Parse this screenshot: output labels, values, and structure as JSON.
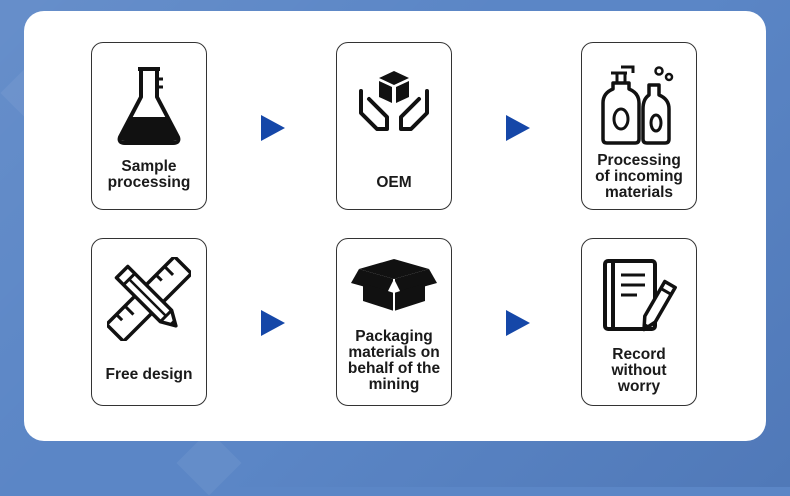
{
  "steps": [
    {
      "id": "sample",
      "label": "Sample\nprocessing",
      "icon": "flask-icon"
    },
    {
      "id": "oem",
      "label": "OEM",
      "icon": "hands-box-icon"
    },
    {
      "id": "incoming",
      "label": "Processing\nof incoming\nmaterials",
      "icon": "bottles-icon"
    },
    {
      "id": "design",
      "label": "Free design",
      "icon": "pencil-ruler-icon"
    },
    {
      "id": "packaging",
      "label": "Packaging\nmaterials on\nbehalf of the\nmining",
      "icon": "open-box-icon"
    },
    {
      "id": "record",
      "label": "Record\nwithout\nworry",
      "icon": "notebook-pen-icon"
    }
  ],
  "colors": {
    "background": "#5b86c6",
    "card": "#ffffff",
    "arrow": "#1547a8",
    "icon": "#111111"
  }
}
